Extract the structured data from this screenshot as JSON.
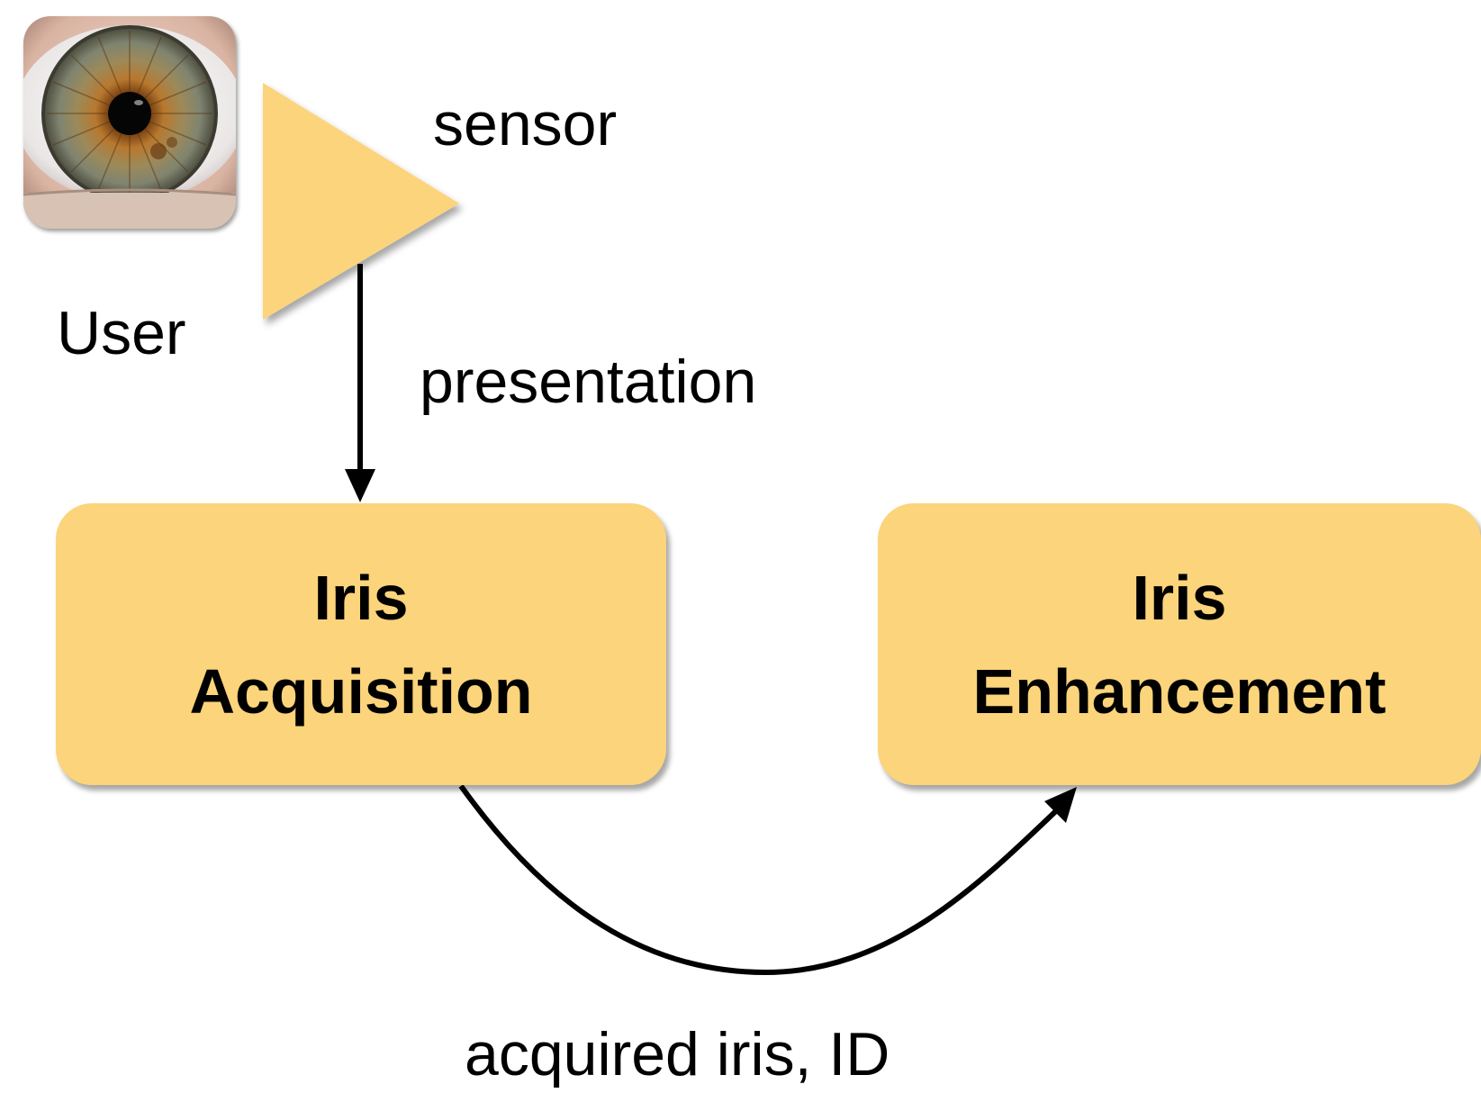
{
  "colors": {
    "node_fill": "#fbd47b",
    "arrow": "#000000",
    "background": "#ffffff"
  },
  "user": {
    "icon": "eye-icon",
    "label": "User"
  },
  "sensor": {
    "icon": "sensor-triangle-icon",
    "label": "sensor"
  },
  "edges": {
    "presentation": "presentation",
    "acquired": "acquired iris, ID"
  },
  "nodes": {
    "acquisition": {
      "line1": "Iris",
      "line2": "Acquisition"
    },
    "enhancement": {
      "line1": "Iris",
      "line2": "Enhancement"
    }
  }
}
